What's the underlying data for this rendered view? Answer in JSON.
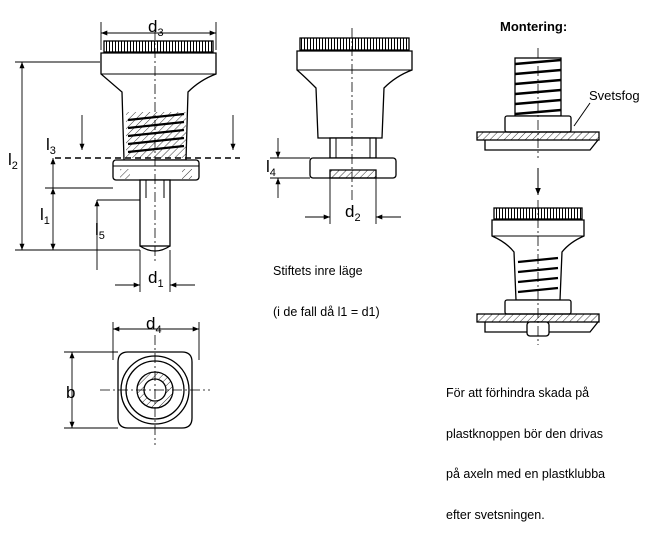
{
  "dimensions": {
    "d1": {
      "main": "d",
      "sub": "1"
    },
    "d2": {
      "main": "d",
      "sub": "2"
    },
    "d3": {
      "main": "d",
      "sub": "3"
    },
    "d4": {
      "main": "d",
      "sub": "4"
    },
    "l1": {
      "main": "l",
      "sub": "1"
    },
    "l2": {
      "main": "l",
      "sub": "2"
    },
    "l3": {
      "main": "l",
      "sub": "3"
    },
    "l4": {
      "main": "l",
      "sub": "4"
    },
    "l5": {
      "main": "l",
      "sub": "5"
    },
    "b": {
      "main": "b"
    }
  },
  "inner_position_note": {
    "line1": "Stiftets inre läge",
    "line2": "(i de fall då l1 = d1)"
  },
  "mounting": {
    "title": "Montering:",
    "weld_label": "Svetsfog"
  },
  "mounting_note": {
    "line1": "För att förhindra skada på",
    "line2": "plastknoppen bör den drivas",
    "line3": "på axeln med en plastklubba",
    "line4": "efter svetsningen."
  }
}
